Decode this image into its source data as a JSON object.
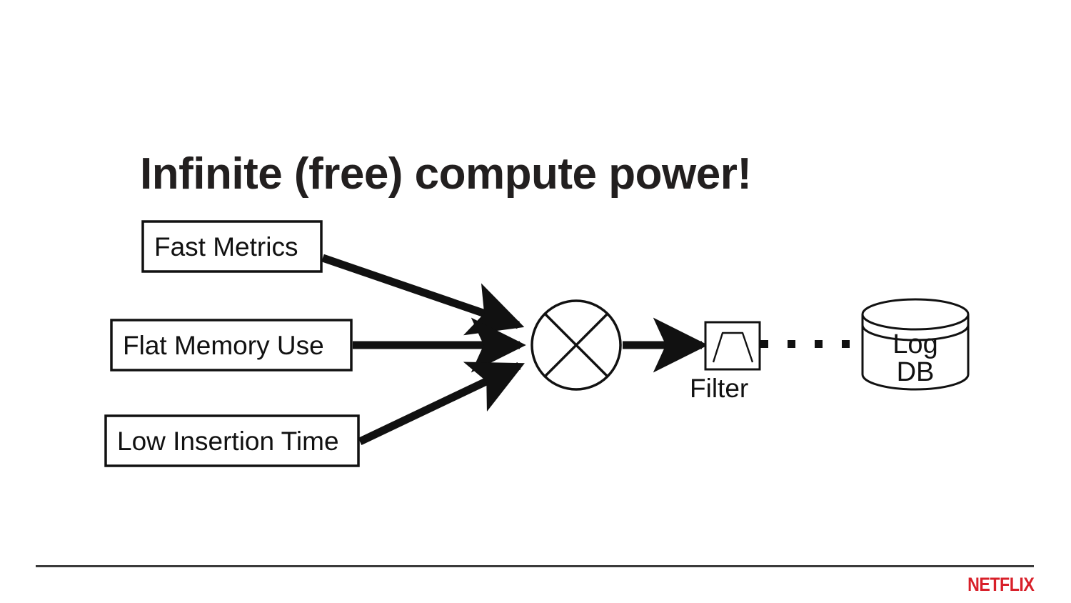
{
  "slide": {
    "title": "Infinite (free) compute power!",
    "background_color": "#ffffff",
    "title_color": "#221f1f"
  },
  "diagram": {
    "type": "block-flow-diagram",
    "stroke_color": "#111111",
    "inputs": [
      {
        "id": "fast-metrics",
        "label": "Fast Metrics",
        "shape": "rectangle"
      },
      {
        "id": "flat-memory",
        "label": "Flat Memory Use",
        "shape": "rectangle"
      },
      {
        "id": "low-insertion",
        "label": "Low Insertion Time",
        "shape": "rectangle"
      }
    ],
    "mixer": {
      "id": "mixer",
      "shape": "circle-with-x",
      "label": ""
    },
    "filter": {
      "id": "filter",
      "caption": "Filter",
      "shape": "rectangle-with-trapezoid"
    },
    "connector": {
      "id": "dotted-link",
      "style": "dotted",
      "dot_count": 4
    },
    "database": {
      "id": "log-db",
      "shape": "cylinder",
      "label_line1": "Log",
      "label_line2": "DB"
    },
    "edges": [
      {
        "from": "fast-metrics",
        "to": "mixer",
        "style": "solid-arrow"
      },
      {
        "from": "flat-memory",
        "to": "mixer",
        "style": "solid-arrow"
      },
      {
        "from": "low-insertion",
        "to": "mixer",
        "style": "solid-arrow"
      },
      {
        "from": "mixer",
        "to": "filter",
        "style": "solid-arrow"
      },
      {
        "from": "filter",
        "to": "log-db",
        "style": "dotted"
      }
    ]
  },
  "footer": {
    "brand": "NETFLIX",
    "brand_color": "#d8202a",
    "divider_color": "#3a3a3a"
  }
}
